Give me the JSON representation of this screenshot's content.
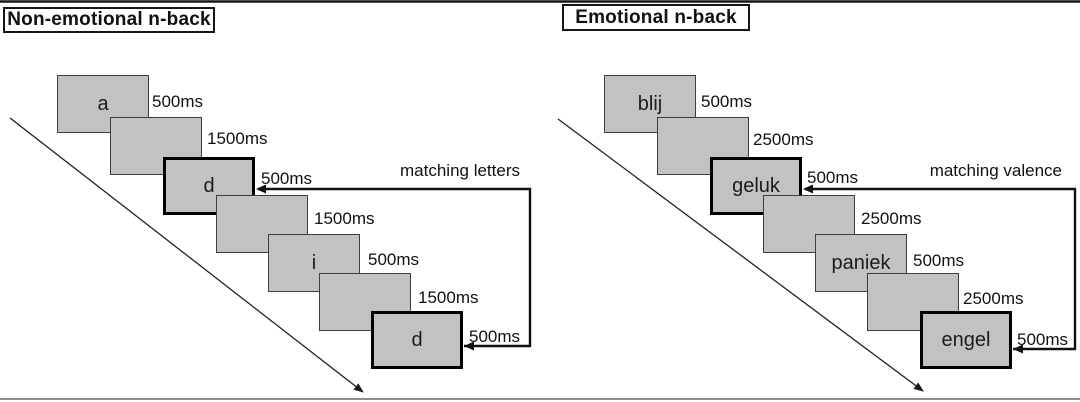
{
  "figure": {
    "panels": [
      {
        "title": "Non-emotional n-back",
        "matching_label": "matching letters",
        "trials": [
          {
            "stimulus": "a",
            "duration": "500ms",
            "target": false
          },
          {
            "stimulus": "",
            "duration": "1500ms",
            "target": false
          },
          {
            "stimulus": "d",
            "duration": "500ms",
            "target": true
          },
          {
            "stimulus": "",
            "duration": "1500ms",
            "target": false
          },
          {
            "stimulus": "i",
            "duration": "500ms",
            "target": false
          },
          {
            "stimulus": "",
            "duration": "1500ms",
            "target": false
          },
          {
            "stimulus": "d",
            "duration": "500ms",
            "target": true
          }
        ]
      },
      {
        "title": "Emotional n-back",
        "matching_label": "matching valence",
        "trials": [
          {
            "stimulus": "blij",
            "duration": "500ms",
            "target": false
          },
          {
            "stimulus": "",
            "duration": "2500ms",
            "target": false
          },
          {
            "stimulus": "geluk",
            "duration": "500ms",
            "target": true
          },
          {
            "stimulus": "",
            "duration": "2500ms",
            "target": false
          },
          {
            "stimulus": "paniek",
            "duration": "500ms",
            "target": false
          },
          {
            "stimulus": "",
            "duration": "2500ms",
            "target": false
          },
          {
            "stimulus": "engel",
            "duration": "500ms",
            "target": true
          }
        ]
      }
    ],
    "colors": {
      "screen_fill": "#c2c2c2",
      "screen_border": "#3d3d3d",
      "target_border": "#000000",
      "background": "#ffffff"
    }
  }
}
